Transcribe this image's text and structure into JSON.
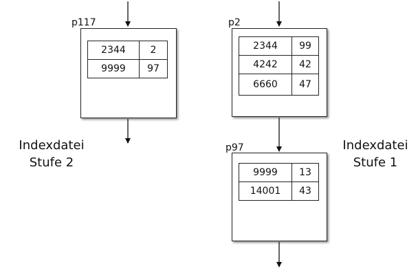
{
  "pages": [
    {
      "label": "p117",
      "rows": [
        {
          "key": "2344",
          "ptr": "2"
        },
        {
          "key": "9999",
          "ptr": "97"
        }
      ]
    },
    {
      "label": "p2",
      "rows": [
        {
          "key": "2344",
          "ptr": "99"
        },
        {
          "key": "4242",
          "ptr": "42"
        },
        {
          "key": "6660",
          "ptr": "47"
        }
      ]
    },
    {
      "label": "p97",
      "rows": [
        {
          "key": "9999",
          "ptr": "13"
        },
        {
          "key": "14001",
          "ptr": "43"
        }
      ]
    }
  ],
  "levels": {
    "level2": {
      "line1": "Indexdatei",
      "line2": "Stufe 2"
    },
    "level1": {
      "line1": "Indexdatei",
      "line2": "Stufe 1"
    }
  }
}
